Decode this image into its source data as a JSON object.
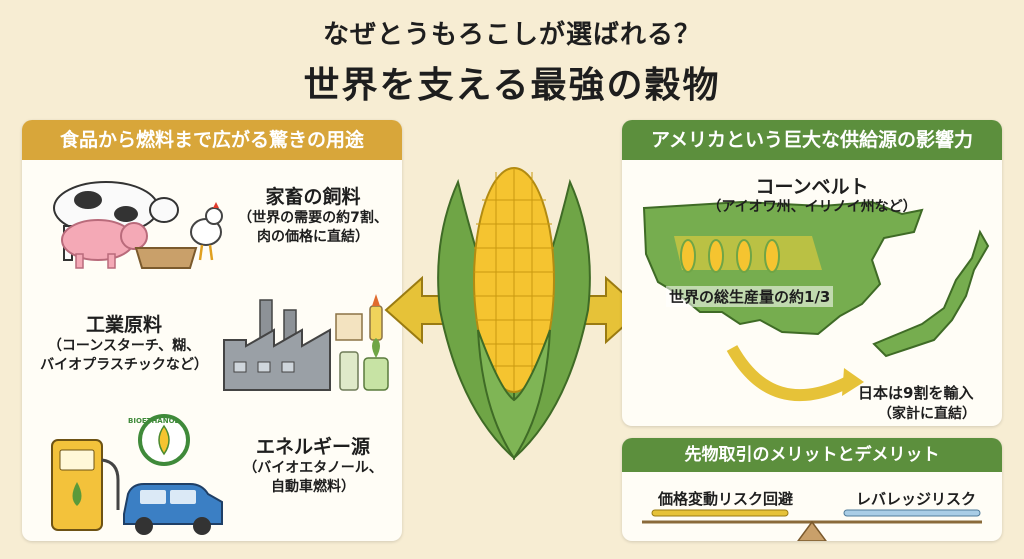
{
  "header": {
    "question": "なぜとうもろこしが選ばれる？",
    "headline": "世界を支える最強の穀物"
  },
  "left_panel": {
    "title": "食品から燃料まで広がる驚きの用途",
    "uses": [
      {
        "title": "家畜の飼料",
        "detail_1": "（世界の需要の約7割、",
        "detail_2": "肉の価格に直結）"
      },
      {
        "title": "工業原料",
        "detail_1": "（コーンスターチ、糊、",
        "detail_2": "バイオプラスチックなど）"
      },
      {
        "title": "エネルギー源",
        "detail_1": "（バイオエタノール、",
        "detail_2": "自動車燃料）"
      }
    ],
    "bioethanol_badge": "BIOETHANOL"
  },
  "right_top_panel": {
    "title": "アメリカという巨大な供給源の影響力",
    "corn_belt_title": "コーンベルト",
    "corn_belt_states": "（アイオワ州、イリノイ州など）",
    "production_share": "世界の総生産量の約1/3",
    "japan_import": "日本は9割を輸入",
    "japan_import_note": "（家計に直結）"
  },
  "right_bottom_panel": {
    "title": "先物取引のメリットとデメリット",
    "merit": "価格変動リスク回避",
    "demerit": "レバレッジリスク"
  },
  "colors": {
    "background": "#f7edd3",
    "gold_header": "#d8a63a",
    "green_header": "#5c8f3d",
    "arrow": "#e6c238",
    "corn_kernel": "#f5c430",
    "husk": "#6fa546",
    "map_green": "#76ad4f"
  },
  "icons": [
    "cow-icon",
    "pig-icon",
    "chicken-icon",
    "factory-icon",
    "fuel-pump-icon",
    "car-icon",
    "corn-cob-icon",
    "usa-map-icon",
    "japan-map-icon",
    "balance-scale-icon"
  ]
}
